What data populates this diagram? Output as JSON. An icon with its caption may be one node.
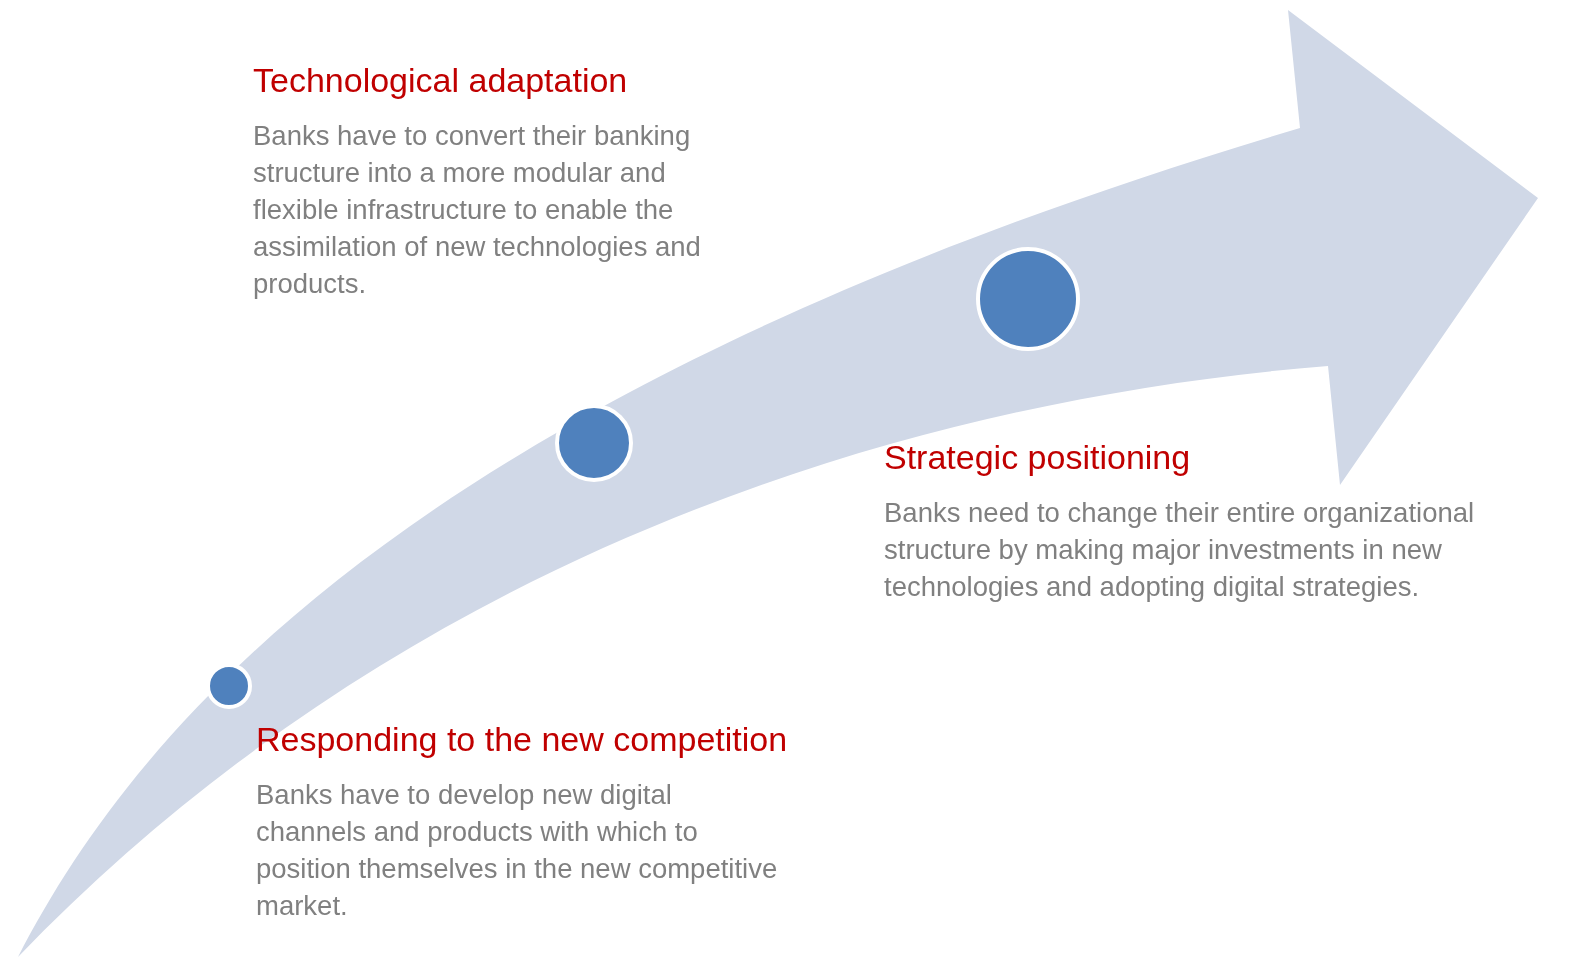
{
  "diagram": {
    "nodes": [
      {
        "text": [],
        "shape": "circle"
      },
      {
        "text": [],
        "shape": "circle"
      },
      {
        "text": [],
        "shape": "circle"
      }
    ],
    "labels": [
      "Technological adaptation",
      "Banks have to convert their banking structure into a more modular and flexible infrastructure to enable the assimilation of new technologies and products.",
      "Strategic positioning",
      "Banks need to change their entire organizational structure by making major investments in new technologies and adopting digital strategies.",
      "Responding to the new competition",
      "Banks have to develop new digital channels and products with which to position themselves in the new competitive market."
    ]
  }
}
